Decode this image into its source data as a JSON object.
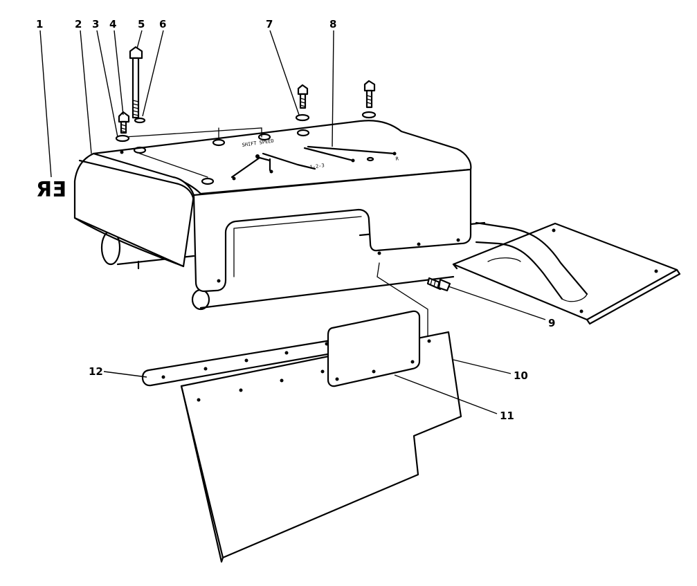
{
  "callouts": [
    {
      "id": "1",
      "label": "1"
    },
    {
      "id": "2",
      "label": "2"
    },
    {
      "id": "3",
      "label": "3"
    },
    {
      "id": "4",
      "label": "4"
    },
    {
      "id": "5",
      "label": "5"
    },
    {
      "id": "6",
      "label": "6"
    },
    {
      "id": "7",
      "label": "7"
    },
    {
      "id": "8",
      "label": "8"
    },
    {
      "id": "9",
      "label": "9"
    },
    {
      "id": "10",
      "label": "10"
    },
    {
      "id": "11",
      "label": "11"
    },
    {
      "id": "12",
      "label": "12"
    }
  ],
  "decal_text": "ЯƎ"
}
